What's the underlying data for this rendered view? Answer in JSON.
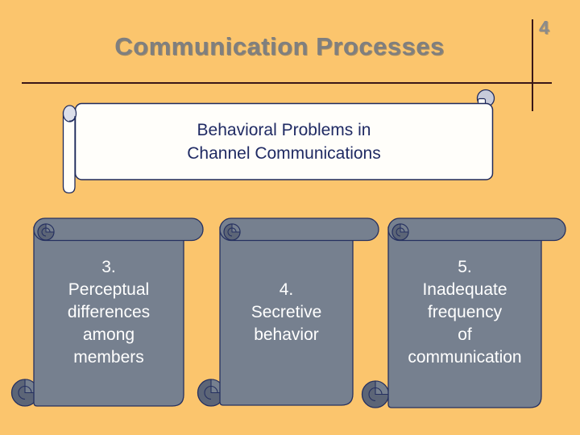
{
  "slide": {
    "page_number": "4",
    "title": "Communication Processes",
    "banner_text": "Behavioral Problems in\nChannel Communications",
    "scrolls": [
      {
        "text": "3.\nPerceptual\ndifferences\namong\nmembers"
      },
      {
        "text": "4.\nSecretive\nbehavior"
      },
      {
        "text": "5.\nInadequate\nfrequency\nof\ncommunication"
      }
    ],
    "colors": {
      "background": "#FBC56D",
      "title_text": "#7F7F7F",
      "outline_navy": "#253060",
      "banner_text_navy": "#1F2A63",
      "scroll_fill": "#76808F",
      "scroll_curl_dark": "#5C6577",
      "banner_fill": "#FFFEFA",
      "banner_curl_gray": "#C7CBDA",
      "rule_line": "#3A1717",
      "scroll_text": "#FFFFFF"
    }
  }
}
